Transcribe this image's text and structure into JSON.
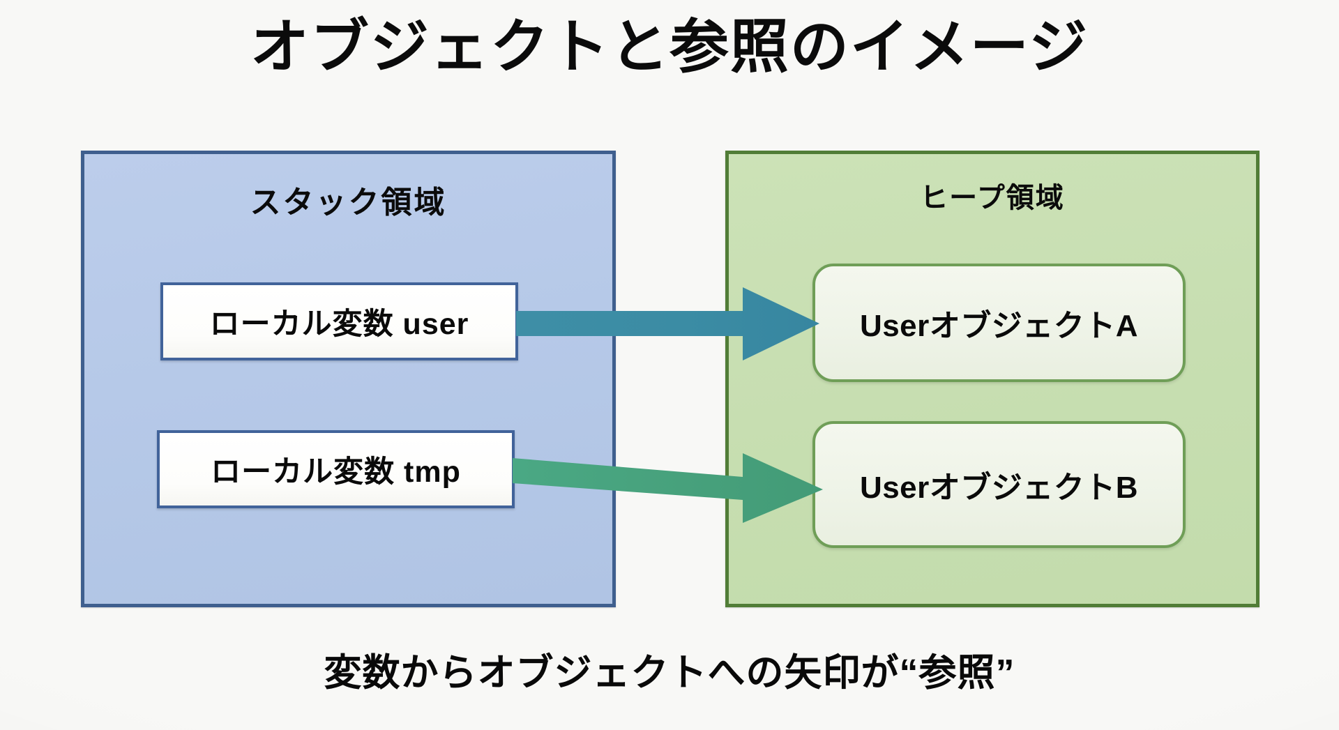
{
  "slide": {
    "title": "オブジェクトと参照のイメージ",
    "caption": "変数からオブジェクトへの矢印が“参照”",
    "background_color": "#f8f8f6"
  },
  "regions": [
    {
      "id": "stack",
      "label": "スタック領域",
      "fill_color": "#b6c9e8",
      "border_color": "#3f5f8e",
      "boxes": [
        {
          "id": "var-user",
          "label": "ローカル変数 user",
          "fill_color": "#ffffff",
          "border_color": "#41639a"
        },
        {
          "id": "var-tmp",
          "label": "ローカル変数 tmp",
          "fill_color": "#ffffff",
          "border_color": "#41639a"
        }
      ]
    },
    {
      "id": "heap",
      "label": "ヒープ領域",
      "fill_color": "#c7deb1",
      "border_color": "#517d37",
      "boxes": [
        {
          "id": "obj-a",
          "label": "UserオブジェクトA",
          "fill_color": "#eef3e7",
          "border_color": "#6f9e57"
        },
        {
          "id": "obj-b",
          "label": "UserオブジェクトB",
          "fill_color": "#eef3e7",
          "border_color": "#6f9e57"
        }
      ]
    }
  ],
  "arrows": [
    {
      "id": "arrow-user-to-a",
      "from": "ローカル変数 user",
      "to": "UserオブジェクトA",
      "color": "#3d8ba4",
      "meaning": "参照"
    },
    {
      "id": "arrow-tmp-to-b",
      "from": "ローカル変数 tmp",
      "to": "UserオブジェクトB",
      "color": "#48a37e",
      "meaning": "参照"
    }
  ]
}
